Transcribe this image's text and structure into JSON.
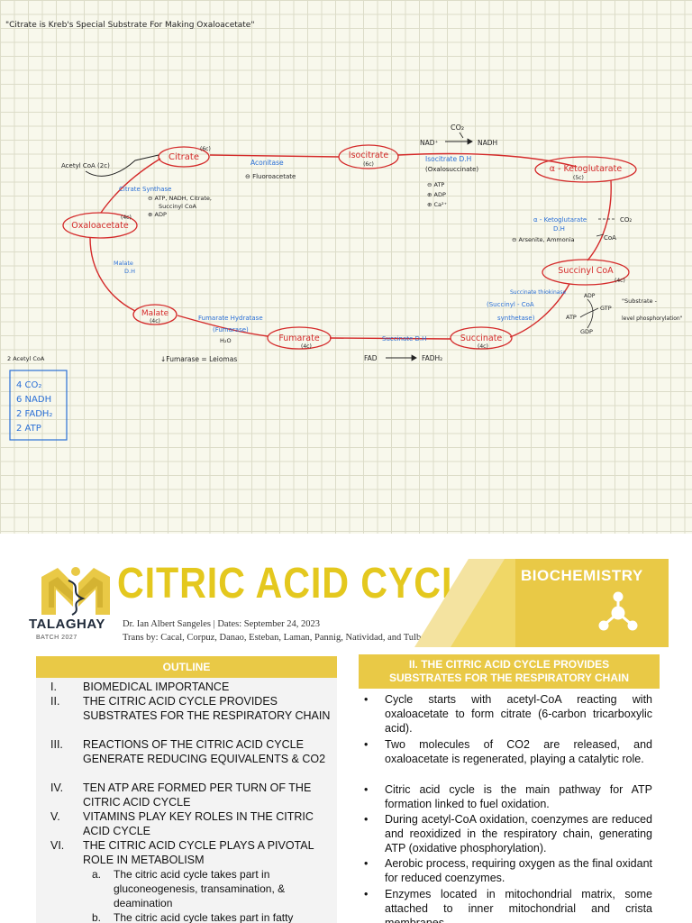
{
  "notes": {
    "quote": "\"Citrate is Kreb's Special Substrate For Making Oxaloacetate\"",
    "nodes": {
      "citrate": {
        "label": "Citrate",
        "carbon": "(6c)"
      },
      "isocitrate": {
        "label": "Isocitrate",
        "carbon": "(6c)"
      },
      "akg": {
        "label": "α - Ketoglutarate",
        "carbon": "(5c)"
      },
      "succinyl_coa": {
        "label": "Succinyl CoA",
        "carbon": "(4c)"
      },
      "succinate": {
        "label": "Succinate",
        "carbon": "(4c)"
      },
      "fumarate": {
        "label": "Fumarate",
        "carbon": "(4c)"
      },
      "malate": {
        "label": "Malate",
        "carbon": "(4c)"
      },
      "oxaloacetate": {
        "label": "Oxaloacetate",
        "carbon": "(4c)"
      }
    },
    "acetyl_coa": "Acetyl CoA (2c)",
    "citrate_synthase": {
      "enzyme": "Citrate Synthase",
      "reg1": "⊖ ATP, NADH, Citrate,",
      "reg2": "Succinyl CoA",
      "reg3": "⊕ ADP"
    },
    "aconitase": {
      "enzyme": "Aconitase",
      "inhibitor": "⊖ Fluoroacetate"
    },
    "isocitrate_dh": {
      "enzyme1": "Isocitrate D.H",
      "intermediate": "(Oxalosuccinate)",
      "reg1": "⊖ ATP",
      "reg2": "⊕ ADP",
      "reg3": "⊕ Ca²⁺"
    },
    "co2_top": "CO₂",
    "nad": "NAD⁺",
    "nadh": "NADH",
    "akg_dh": {
      "enzyme1": "α - Ketoglutarate",
      "enzyme2": "D.H",
      "inhibitor": "⊖ Arsenite, Ammonia",
      "co2": "CO₂",
      "coa": "CoA"
    },
    "succinate_thiokinase": {
      "enzyme1": "Succinate thiokinase",
      "enzyme2": "(Succinyl - CoA",
      "enzyme3": "synthetase)",
      "adp": "ADP",
      "gtp": "GTP",
      "atp": "ATP",
      "gdp": "GDP"
    },
    "substrate_phos1": "\"Substrate -",
    "substrate_phos2": "level phosphorylation\"",
    "succinate_dh": {
      "enzyme": "Succinate D.H",
      "fad": "FAD",
      "fadh2": "FADH₂"
    },
    "fumarate_hydratase": {
      "enzyme1": "Fumarate Hydratase",
      "enzyme2": "(Fumarase)",
      "water": "H₂O",
      "note": "↓Fumarase = Leiomas"
    },
    "malate_dh": {
      "enzyme1": "Malate",
      "enzyme2": "D.H"
    },
    "summary_title": "2 Acetyl CoA",
    "summary": [
      "4 CO₂",
      "6 NADH",
      "2 FADH₂",
      "2 ATP"
    ]
  },
  "doc": {
    "logo_word": "TALAGHAY",
    "logo_batch": "BATCH 2027",
    "title": "CITRIC ACID CYCLE",
    "subject": "BIOCHEMISTRY",
    "meta_line1": "Dr. Ian Albert Sangeles | Dates: September 24, 2023",
    "meta_line2": "Trans by: Cacal, Corpuz, Danao, Esteban, Laman, Pannig, Natividad, and Tulbo",
    "outline_heading": "OUTLINE",
    "outline": [
      {
        "num": "I.",
        "text": "BIOMEDICAL IMPORTANCE"
      },
      {
        "num": "II.",
        "text": "THE CITRIC ACID CYCLE PROVIDES SUBSTRATES FOR THE RESPIRATORY CHAIN"
      },
      {
        "num": "III.",
        "text": "REACTIONS OF THE CITRIC ACID CYCLE GENERATE REDUCING EQUIVALENTS & CO2"
      },
      {
        "num": "IV.",
        "text": "TEN ATP ARE FORMED PER TURN OF THE CITRIC ACID CYCLE"
      },
      {
        "num": "V.",
        "text": "VITAMINS PLAY KEY ROLES IN THE CITRIC ACID CYCLE"
      },
      {
        "num": "VI.",
        "text": "THE CITRIC ACID CYCLE PLAYS A PIVOTAL ROLE IN METABOLISM"
      }
    ],
    "outline_sub": [
      {
        "num": "a.",
        "text": "The citric acid cycle takes part in gluconeogenesis, transamination, & deamination"
      },
      {
        "num": "b.",
        "text": "The citric acid cycle takes part in fatty"
      }
    ],
    "section_heading_line1": "II. THE CITRIC ACID CYCLE PROVIDES",
    "section_heading_line2": "SUBSTRATES FOR THE RESPIRATORY CHAIN",
    "bullets": [
      "Cycle starts with acetyl-CoA reacting with oxaloacetate to form citrate (6-carbon tricarboxylic acid).",
      "Two molecules of CO2 are released, and oxaloacetate is regenerated, playing a catalytic role.",
      "Citric acid cycle is the main pathway for ATP formation linked to fuel oxidation.",
      "During acetyl-CoA oxidation, coenzymes are reduced and reoxidized in the respiratory chain, generating ATP (oxidative phosphorylation).",
      "Aerobic process, requiring oxygen as the final oxidant for reduced coenzymes.",
      "Enzymes located in mitochondrial matrix, some attached to inner mitochondrial and crista membranes."
    ],
    "colors": {
      "accent": "#e9c946",
      "title": "#e4c81e",
      "navy": "#1f2a3a",
      "cycle_red": "#d42a2a",
      "enzyme_blue": "#2a6fd6"
    }
  }
}
